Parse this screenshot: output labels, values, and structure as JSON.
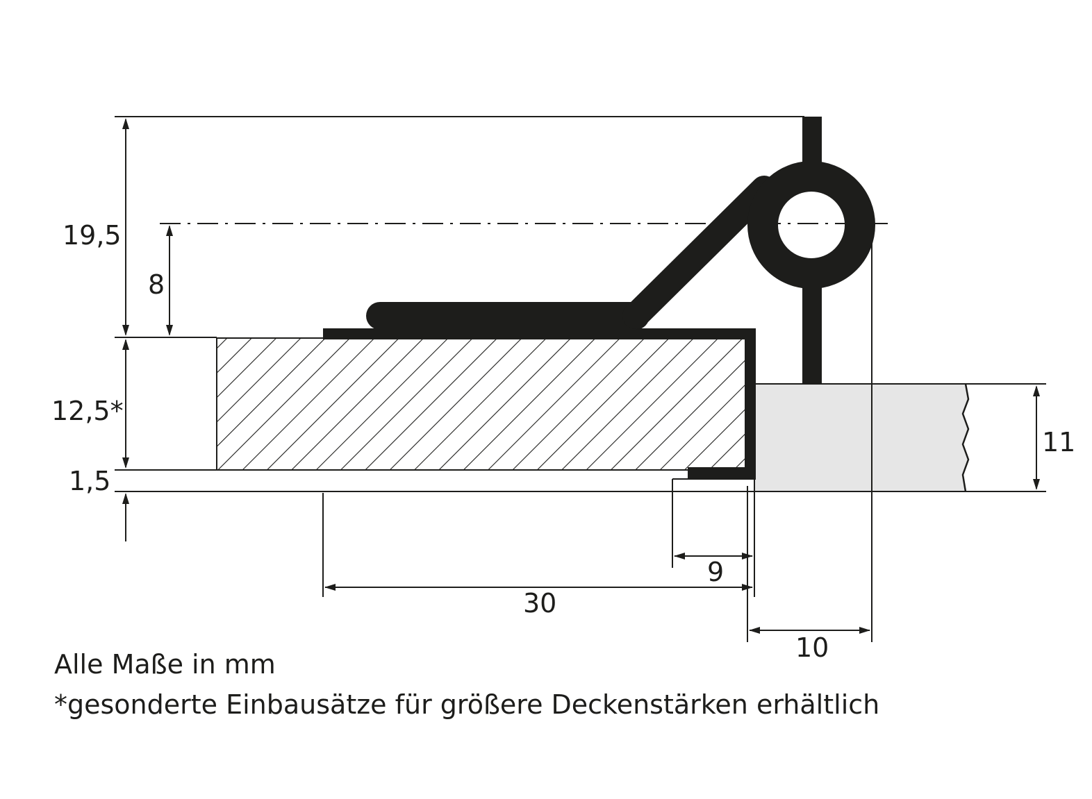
{
  "dimensions": {
    "height_total": "19,5",
    "pivot_height": "8",
    "panel_thickness": "12,5*",
    "bottom_offset": "1,5",
    "ceiling_thickness": "11",
    "overlap_9": "9",
    "width_30": "30",
    "hinge_offset_10": "10"
  },
  "notes": {
    "units": "Alle Maße in mm",
    "footnote": "*gesonderte Einbausätze für größere Deckenstärken erhältlich"
  },
  "colors": {
    "line": "#1d1d1b",
    "ceiling_fill": "#e6e6e6"
  }
}
